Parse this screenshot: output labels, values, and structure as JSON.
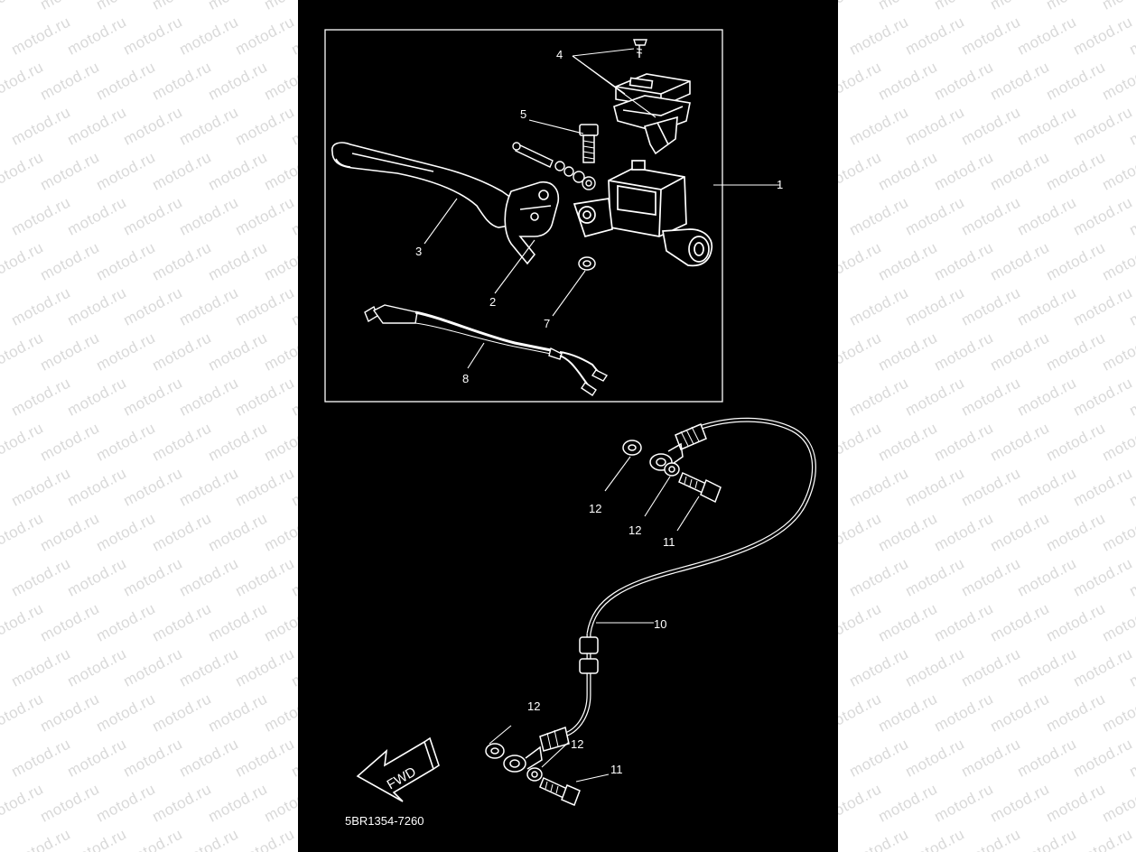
{
  "watermark": {
    "text": "motod.ru",
    "color": "#d9d9d9"
  },
  "diagram": {
    "background": "#000000",
    "line_color": "#ffffff",
    "callouts": {
      "c1": "1",
      "c2": "2",
      "c3": "3",
      "c4": "4",
      "c5": "5",
      "c7": "7",
      "c8": "8",
      "c10": "10",
      "c11a": "11",
      "c11b": "11",
      "c12a": "12",
      "c12b": "12",
      "c12c": "12",
      "c12d": "12"
    },
    "fwd_label": "FWD",
    "part_number": "5BR1354-7260"
  }
}
